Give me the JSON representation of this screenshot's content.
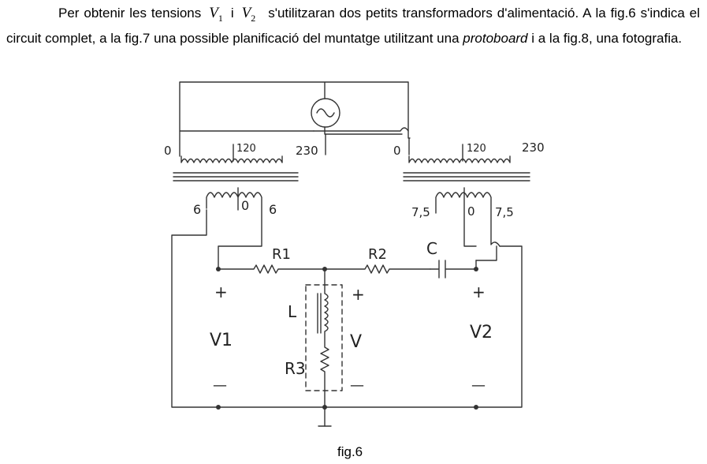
{
  "paragraph": {
    "t1": "Per obtenir les tensions",
    "v1_letter": "V",
    "v1_sub": "1",
    "and": "i",
    "v2_letter": "V",
    "v2_sub": "2",
    "t2": "s'utilitzaran dos petits transformadors d'alimentació. A la fig.6 s'indica el circuit complet, a la fig.7 una possible planificació del muntatge utilitzant una",
    "t3_italic": "protoboard",
    "t4": "i a la fig.8, una fotografia."
  },
  "circuit": {
    "t1_primary": {
      "left": "0",
      "tap": "120",
      "right": "230"
    },
    "t1_secondary": {
      "left": "6",
      "center": "0",
      "right": "6"
    },
    "t2_primary": {
      "left": "0",
      "tap": "120",
      "right": "230"
    },
    "t2_secondary": {
      "left": "7,5",
      "center": "0",
      "right": "7,5"
    },
    "r1": "R1",
    "r2": "R2",
    "c": "C",
    "l": "L",
    "r3": "R3",
    "v1_plus": "+",
    "v1_name": "V1",
    "v1_minus": "—",
    "v_plus": "+",
    "v_name": "V",
    "v_minus": "—",
    "v2_plus": "+",
    "v2_name": "V2",
    "v2_minus": "—"
  },
  "caption": "fig.6"
}
